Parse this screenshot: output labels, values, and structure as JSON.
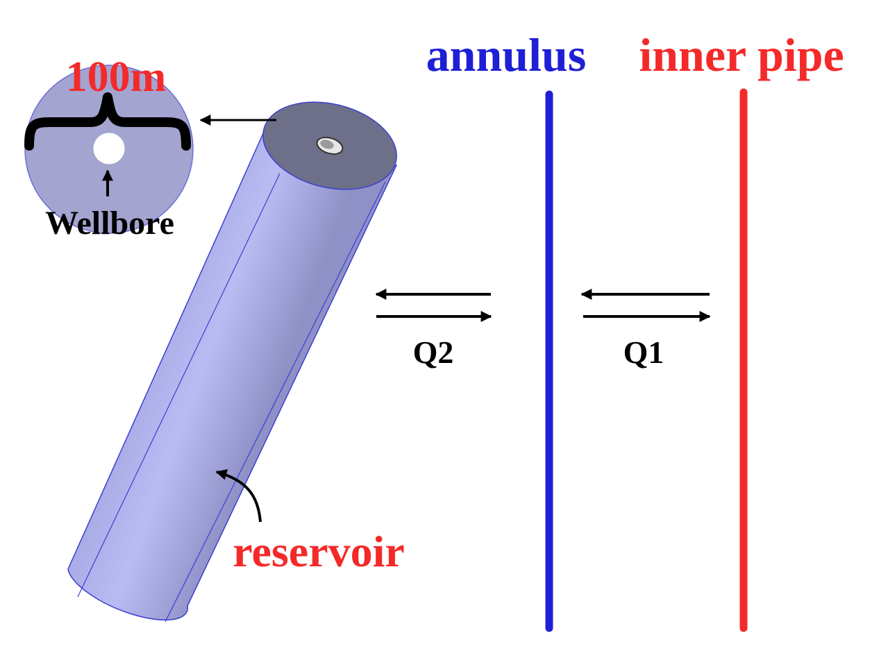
{
  "labels": {
    "annulus": "annulus",
    "inner_pipe": "inner pipe",
    "dimension": "100m",
    "wellbore": "Wellbore",
    "reservoir": "reservoir",
    "q1": "Q1",
    "q2": "Q2"
  },
  "colors": {
    "annulus": "#1f1fd6",
    "inner_pipe": "#f42a2a",
    "red_label": "#f42a2a",
    "black_label": "#000000",
    "cylinder_body": "#b4b6ee",
    "cylinder_edge": "#3b3fd0",
    "cylinder_top": "#6e7089",
    "cross_section": "#a3a4cf"
  },
  "icons": {
    "arrow": "arrow-icon",
    "brace": "curly-brace-icon"
  }
}
